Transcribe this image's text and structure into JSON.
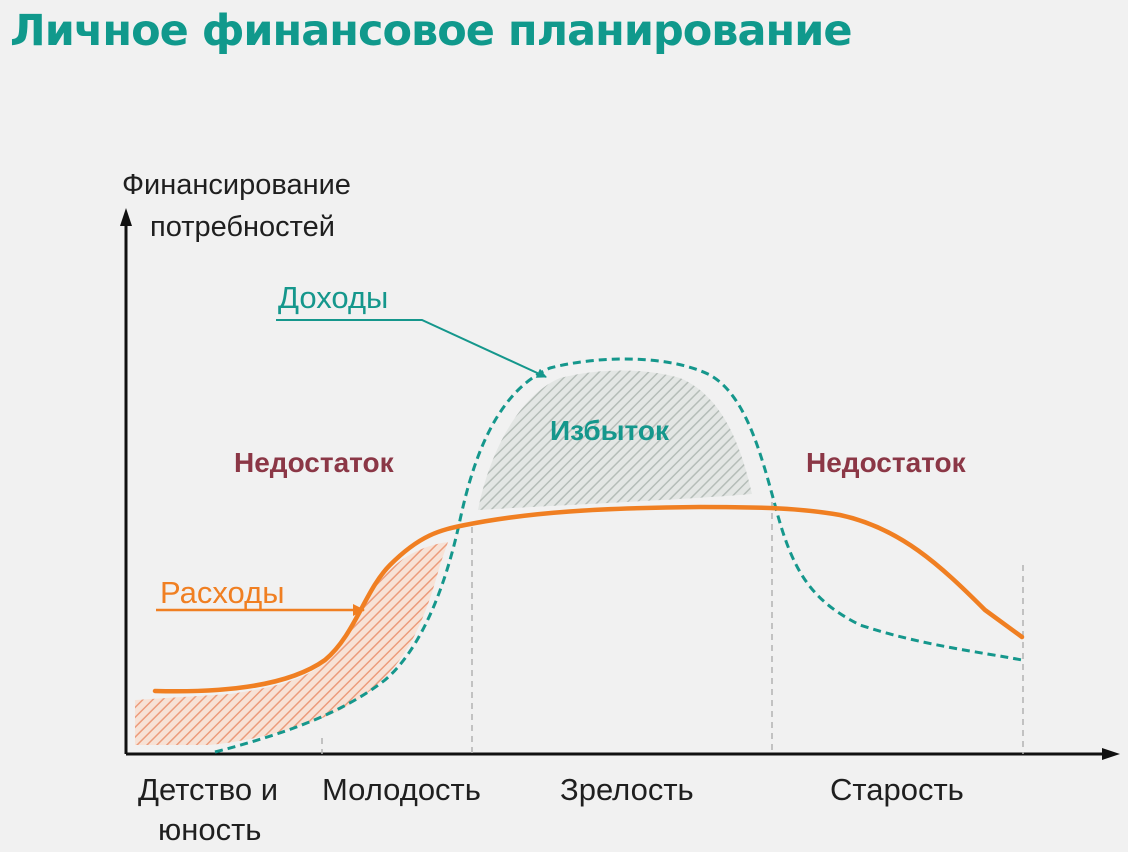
{
  "slide": {
    "title": "Личное финансовое планирование"
  },
  "diagram": {
    "y_axis_label_line1": "Финансирование",
    "y_axis_label_line2": "потребностей",
    "income_label": "Доходы",
    "expenses_label": "Расходы",
    "deficit_left_label": "Недостаток",
    "deficit_right_label": "Недостаток",
    "surplus_label": "Избыток",
    "phases": {
      "childhood_line1": "Детство и",
      "childhood_line2": "юность",
      "youth": "Молодость",
      "maturity": "Зрелость",
      "old_age": "Старость"
    },
    "colors": {
      "income": "#15978c",
      "expenses": "#f07f22",
      "deficit_text": "#8b3746",
      "title": "#10998c"
    }
  }
}
